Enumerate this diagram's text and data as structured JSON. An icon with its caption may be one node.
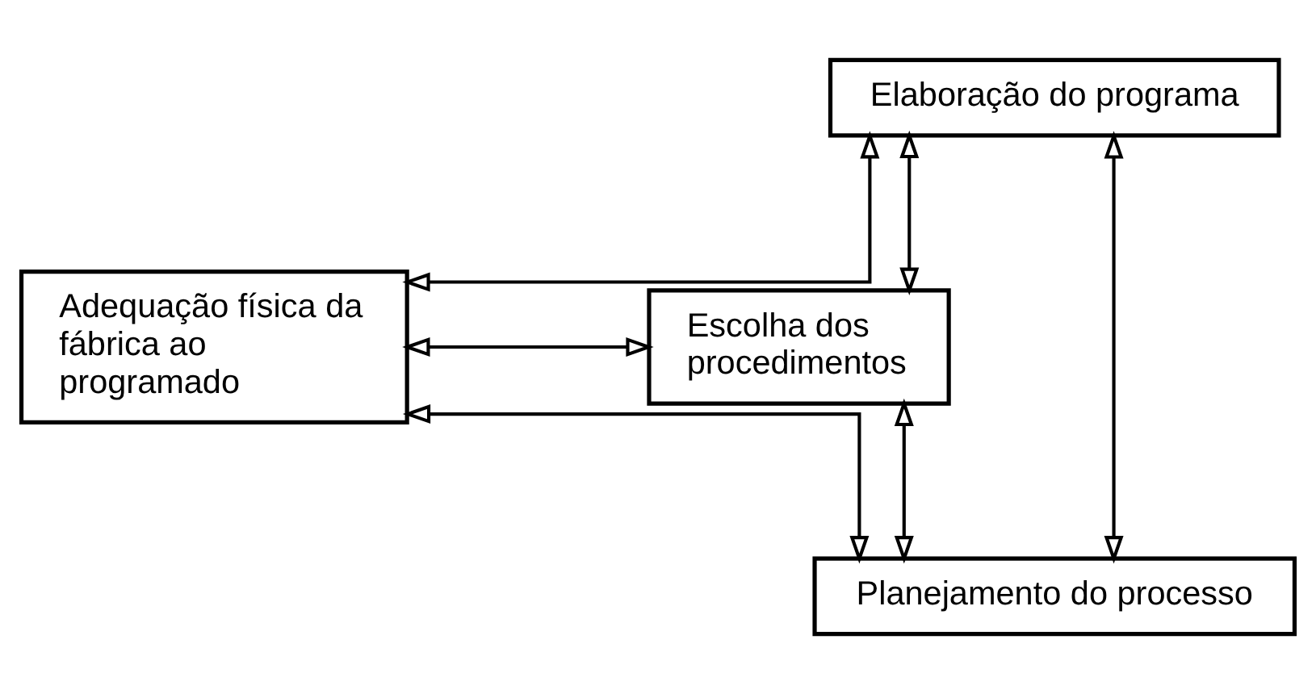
{
  "diagram": {
    "nodes": [
      {
        "text": [
          "Elaboração do programa"
        ]
      },
      {
        "text": [
          "Adequação física da fábrica ao programado"
        ]
      },
      {
        "text": [
          "Escolha dos procedimentos"
        ]
      },
      {
        "text": [
          "Planejamento do processo"
        ]
      }
    ],
    "edges": [
      {
        "from": 0,
        "to": 1,
        "arrow": "both"
      },
      {
        "from": 0,
        "to": 2,
        "arrow": "both"
      },
      {
        "from": 0,
        "to": 3,
        "arrow": "both"
      },
      {
        "from": 1,
        "to": 2,
        "arrow": "both"
      },
      {
        "from": 1,
        "to": 3,
        "arrow": "both"
      },
      {
        "from": 2,
        "to": 3,
        "arrow": "both"
      }
    ]
  }
}
